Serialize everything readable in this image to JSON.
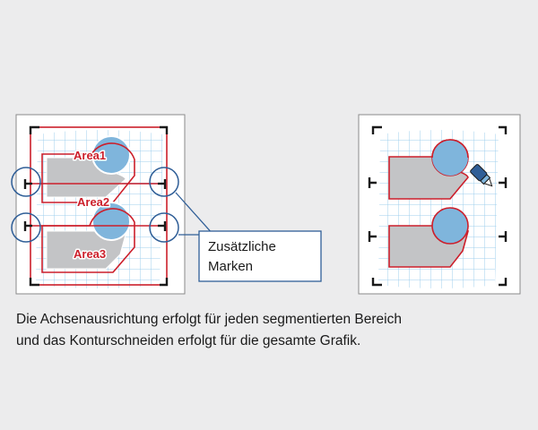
{
  "labels": {
    "area1": "Area1",
    "area2": "Area2",
    "area3": "Area3",
    "callout_line1": "Zusätzliche",
    "callout_line2": "Marken"
  },
  "caption": {
    "line1": "Die Achsenausrichtung erfolgt für jeden segmentierten Bereich",
    "line2": "und das Konturschneiden erfolgt für die gesamte Grafik."
  },
  "colors": {
    "background": "#ececed",
    "panel": "#ffffff",
    "grid": "#9fcfee",
    "gray_shape": "#c3c4c6",
    "circle_fill": "#7fb5dc",
    "cut_line": "#cc1f2b",
    "marker_circle": "#2f5e97",
    "registration_mark": "#1a1a1a"
  },
  "icons": {
    "cutter": "cutter-blade-icon"
  }
}
